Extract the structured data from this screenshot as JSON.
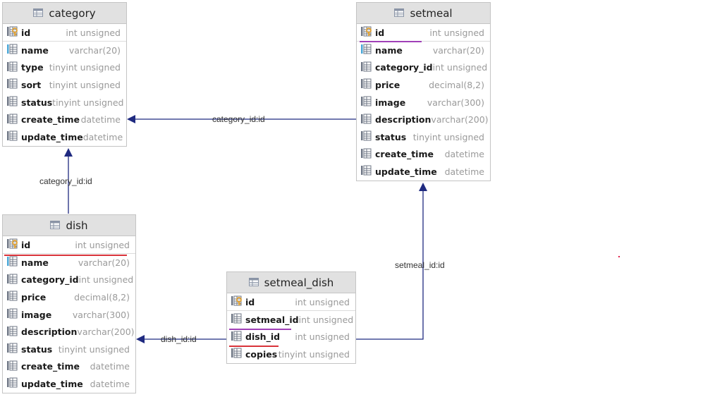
{
  "tables": {
    "category": {
      "name": "category",
      "columns": [
        {
          "name": "id",
          "type": "int unsigned",
          "key": "pk"
        },
        {
          "name": "name",
          "type": "varchar(20)",
          "key": "idx"
        },
        {
          "name": "type",
          "type": "tinyint unsigned",
          "key": "col"
        },
        {
          "name": "sort",
          "type": "tinyint unsigned",
          "key": "col"
        },
        {
          "name": "status",
          "type": "tinyint unsigned",
          "key": "col"
        },
        {
          "name": "create_time",
          "type": "datetime",
          "key": "col"
        },
        {
          "name": "update_time",
          "type": "datetime",
          "key": "col"
        }
      ]
    },
    "setmeal": {
      "name": "setmeal",
      "columns": [
        {
          "name": "id",
          "type": "int unsigned",
          "key": "pk"
        },
        {
          "name": "name",
          "type": "varchar(20)",
          "key": "idx"
        },
        {
          "name": "category_id",
          "type": "int unsigned",
          "key": "col"
        },
        {
          "name": "price",
          "type": "decimal(8,2)",
          "key": "col"
        },
        {
          "name": "image",
          "type": "varchar(300)",
          "key": "col"
        },
        {
          "name": "description",
          "type": "varchar(200)",
          "key": "col"
        },
        {
          "name": "status",
          "type": "tinyint unsigned",
          "key": "col"
        },
        {
          "name": "create_time",
          "type": "datetime",
          "key": "col"
        },
        {
          "name": "update_time",
          "type": "datetime",
          "key": "col"
        }
      ]
    },
    "dish": {
      "name": "dish",
      "columns": [
        {
          "name": "id",
          "type": "int unsigned",
          "key": "pk"
        },
        {
          "name": "name",
          "type": "varchar(20)",
          "key": "idx"
        },
        {
          "name": "category_id",
          "type": "int unsigned",
          "key": "col"
        },
        {
          "name": "price",
          "type": "decimal(8,2)",
          "key": "col"
        },
        {
          "name": "image",
          "type": "varchar(300)",
          "key": "col"
        },
        {
          "name": "description",
          "type": "varchar(200)",
          "key": "col"
        },
        {
          "name": "status",
          "type": "tinyint unsigned",
          "key": "col"
        },
        {
          "name": "create_time",
          "type": "datetime",
          "key": "col"
        },
        {
          "name": "update_time",
          "type": "datetime",
          "key": "col"
        }
      ]
    },
    "setmeal_dish": {
      "name": "setmeal_dish",
      "columns": [
        {
          "name": "id",
          "type": "int unsigned",
          "key": "pk"
        },
        {
          "name": "setmeal_id",
          "type": "int unsigned",
          "key": "col"
        },
        {
          "name": "dish_id",
          "type": "int unsigned",
          "key": "col"
        },
        {
          "name": "copies",
          "type": "tinyint unsigned",
          "key": "col"
        }
      ]
    }
  },
  "relations": {
    "setmeal_category": "category_id:id",
    "dish_category": "category_id:id",
    "setmeal_dish_setmeal": "setmeal_id:id",
    "setmeal_dish_dish": "dish_id:id"
  },
  "colors": {
    "link": "#1f2a80",
    "header_bg": "#e1e1e1",
    "pk_key": "#e0a030",
    "idx_marker": "#4aa8d8",
    "underline_red": "#d9333a",
    "underline_purple": "#a040b8"
  }
}
